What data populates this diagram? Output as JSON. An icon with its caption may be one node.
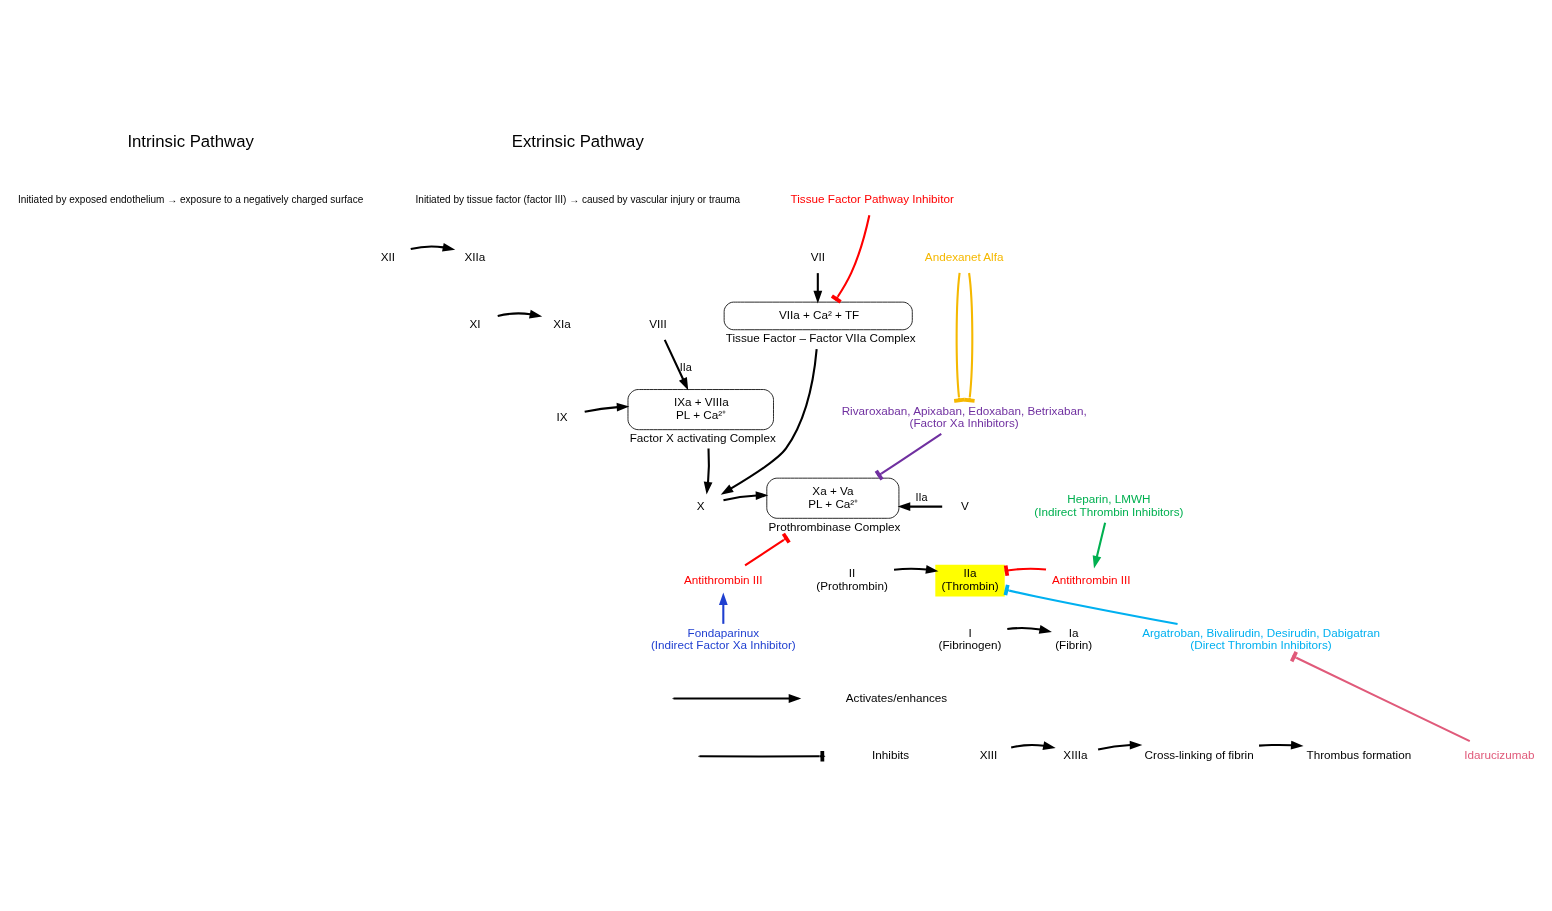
{
  "diagram": {
    "nodes": [
      {
        "text": [
          "XII"
        ]
      },
      {
        "text": [
          "XIIa"
        ]
      },
      {
        "text": [
          "XI"
        ]
      },
      {
        "text": [
          "XIa"
        ]
      },
      {
        "text": [
          "IX"
        ]
      },
      {
        "text": [
          "VIII"
        ]
      },
      {
        "text": [
          "IXa + VIIIa",
          "PL + Ca²⁺"
        ],
        "beside": [
          "Factor X activating Complex"
        ]
      },
      {
        "text": [
          "VII"
        ]
      },
      {
        "text": [
          "VIIa + Ca² + TF"
        ],
        "beside": [
          "Tissue Factor – Factor VIIa Complex"
        ]
      },
      {
        "text": [
          "X"
        ]
      },
      {
        "text": [
          "Xa + Va",
          "PL + Ca²⁺"
        ],
        "beside": [
          "Prothrombinase Complex"
        ]
      },
      {
        "text": [
          "V"
        ]
      },
      {
        "text": [
          "II",
          "(Prothrombin)"
        ]
      },
      {
        "text": [
          "IIa",
          "(Thrombin)"
        ]
      },
      {
        "text": [
          "I",
          "(Fibrinogen)"
        ]
      },
      {
        "text": [
          "Ia",
          "(Fibrin)"
        ]
      },
      {
        "text": [
          "XIII"
        ]
      },
      {
        "text": [
          "XIIIa"
        ]
      },
      {
        "text": [
          "Cross-linking of fibrin"
        ]
      },
      {
        "text": [
          "Thrombus formation"
        ]
      },
      {
        "text": [
          "Tissue Factor Pathway Inhibitor"
        ]
      },
      {
        "text": [
          "Andexanet Alfa"
        ]
      },
      {
        "text": [
          "Rivaroxaban, Apixaban, Edoxaban, Betrixaban,",
          "(Factor Xa Inhibitors)"
        ]
      },
      {
        "text": [
          "Antithrombin III"
        ]
      },
      {
        "text": [
          "Fondaparinux",
          "(Indirect Factor Xa Inhibitor)"
        ]
      },
      {
        "text": [
          "Heparin, LMWH",
          "(Indirect Thrombin Inhibitors)"
        ]
      },
      {
        "text": [
          "Antithrombin III"
        ]
      },
      {
        "text": [
          "Argatroban, Bivalirudin, Desirudin, Dabigatran",
          "(Direct Thrombin Inhibitors)"
        ]
      },
      {
        "text": [
          "Idarucizumab"
        ]
      }
    ],
    "edges": [
      {
        "from": 0,
        "to": 1,
        "arrow": "to"
      },
      {
        "from": 2,
        "to": 3,
        "arrow": "to"
      },
      {
        "from": 4,
        "to": 6,
        "arrow": "to"
      },
      {
        "from": 5,
        "to": 6,
        "arrow": "to",
        "label": "IIa"
      },
      {
        "from": 6,
        "to": 9,
        "arrow": "to"
      },
      {
        "from": 7,
        "to": 8,
        "arrow": "to"
      },
      {
        "from": 8,
        "to": 9,
        "arrow": "to"
      },
      {
        "from": 9,
        "to": 10,
        "arrow": "to"
      },
      {
        "from": 11,
        "to": 10,
        "arrow": "to",
        "label": "IIa"
      },
      {
        "from": 12,
        "to": 13,
        "arrow": "to"
      },
      {
        "from": 14,
        "to": 15,
        "arrow": "to"
      },
      {
        "from": 16,
        "to": 17,
        "arrow": "to"
      },
      {
        "from": 17,
        "to": 18,
        "arrow": "to"
      },
      {
        "from": 18,
        "to": 19,
        "arrow": "to"
      },
      {
        "from": 20,
        "to": 8,
        "arrow": "other",
        "color": "#ff0000"
      },
      {
        "from": 21,
        "to": 22,
        "arrow": "other",
        "color": "#f5b800"
      },
      {
        "from": 21,
        "to": 22,
        "arrow": "other",
        "color": "#f5b800"
      },
      {
        "from": 22,
        "to": 10,
        "arrow": "other",
        "color": "#7030a0"
      },
      {
        "from": 23,
        "to": 10,
        "arrow": "other",
        "color": "#ff0000"
      },
      {
        "from": 24,
        "to": 23,
        "arrow": "to",
        "color": "#1f3fd0"
      },
      {
        "from": 25,
        "to": 26,
        "arrow": "to",
        "color": "#00b050"
      },
      {
        "from": 26,
        "to": 13,
        "arrow": "other",
        "color": "#ff0000"
      },
      {
        "from": 27,
        "to": 13,
        "arrow": "other",
        "color": "#00b0f0"
      },
      {
        "from": 28,
        "to": 27,
        "arrow": "other",
        "color": "#e05a7a"
      }
    ],
    "labels": [
      "Intrinsic Pathway",
      "Extrinsic Pathway",
      "Initiated by exposed endothelium → exposure to a negatively charged surface",
      "Initiated by tissue factor (factor III) → caused by vascular injury or trauma"
    ],
    "legend": [
      {
        "text": "Activates/enhances"
      },
      {
        "text": "Inhibits"
      }
    ]
  }
}
